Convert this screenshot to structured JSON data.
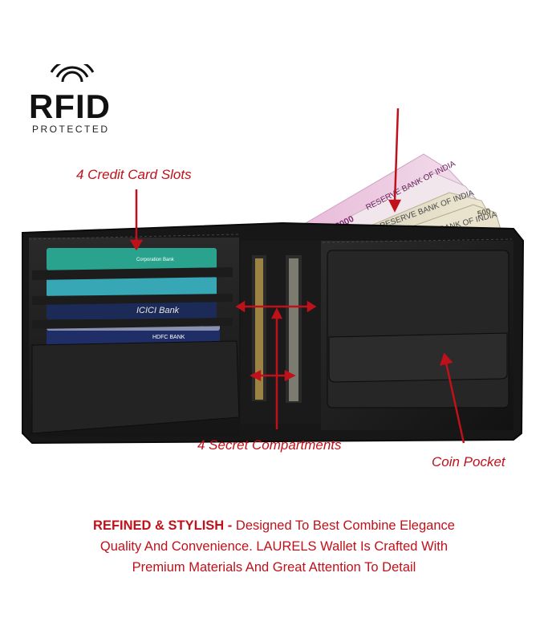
{
  "badge": {
    "title": "RFID",
    "subtitle": "PROTECTED"
  },
  "callouts": {
    "card_slots": "4 Credit Card Slots",
    "secret": "4 Secret Compartments",
    "coin": "Coin Pocket"
  },
  "banknotes": {
    "text": "RESERVE BANK OF INDIA",
    "amount": "2000",
    "amount_500": "500"
  },
  "cards": {
    "card1": "Corporation Bank",
    "card3": "ICICI Bank",
    "card4": "HDFC BANK"
  },
  "description": {
    "lead": "REFINED & STYLISH -",
    "line1": "Designed To Best Combine Elegance",
    "line2": "Quality And Convenience. LAURELS  Wallet Is Crafted With",
    "line3": "Premium Materials And Great Attention To Detail"
  },
  "colors": {
    "accent": "#c0111a",
    "leather": "#1c1c1c"
  }
}
